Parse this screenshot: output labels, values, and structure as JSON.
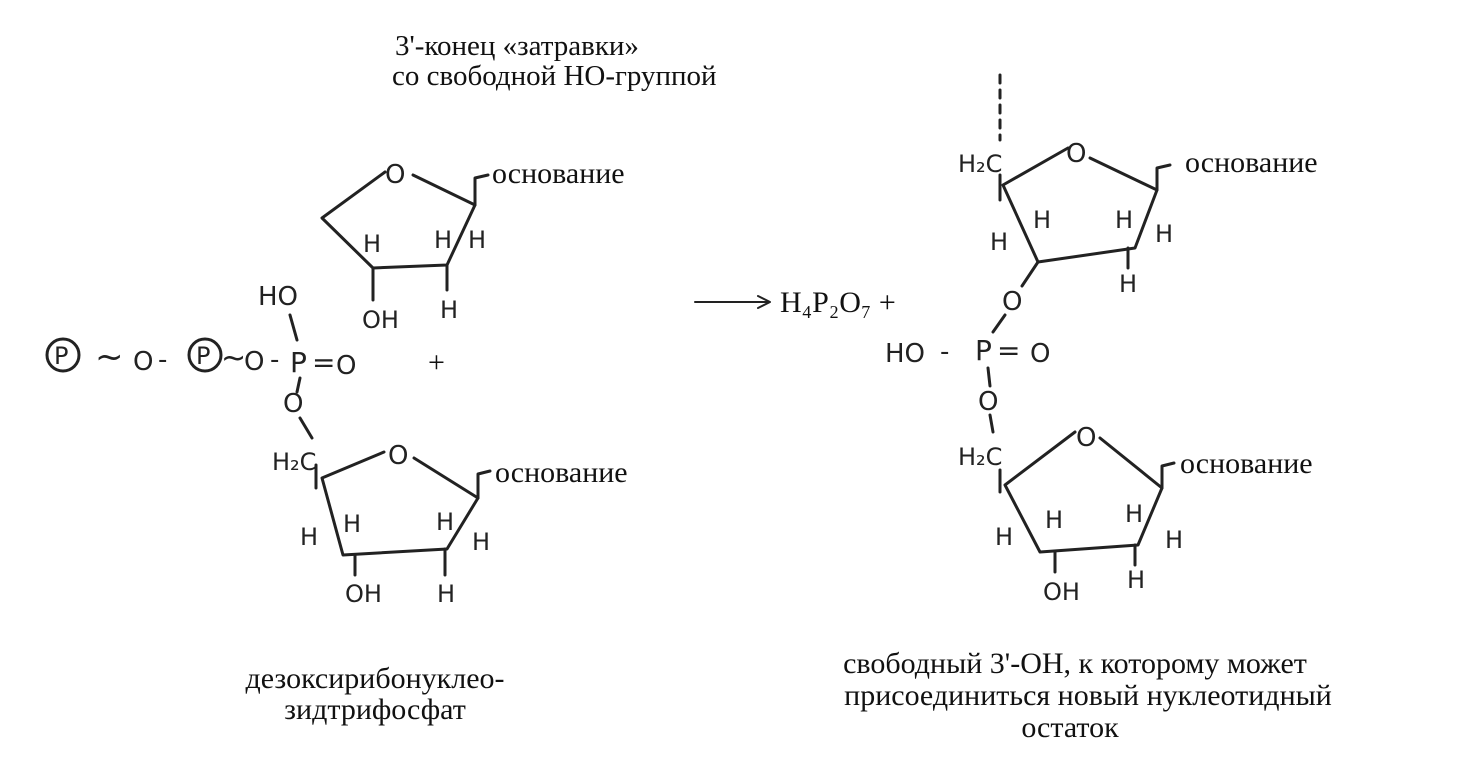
{
  "primer_label": {
    "line1": "3'-конец «затравки»",
    "line2": "со свободной НО-группой"
  },
  "base_label": "основание",
  "atoms": {
    "O": "O",
    "H": "H",
    "OH": "OH",
    "HO": "HO",
    "P": "P",
    "H2C": "H₂C",
    "circled_P": "P",
    "tilde": "~",
    "dash": "-",
    "double_bond": "=",
    "plus": "+"
  },
  "product": "H₄P₂O₇ +",
  "reactant_caption": {
    "line1": "дезоксирибонуклео-",
    "line2": "зидтрифосфат"
  },
  "product_caption": {
    "line1": "свободный 3'-ОН, к которому может",
    "line2": "присоединиться новый нуклеотидный",
    "line3": "остаток"
  }
}
